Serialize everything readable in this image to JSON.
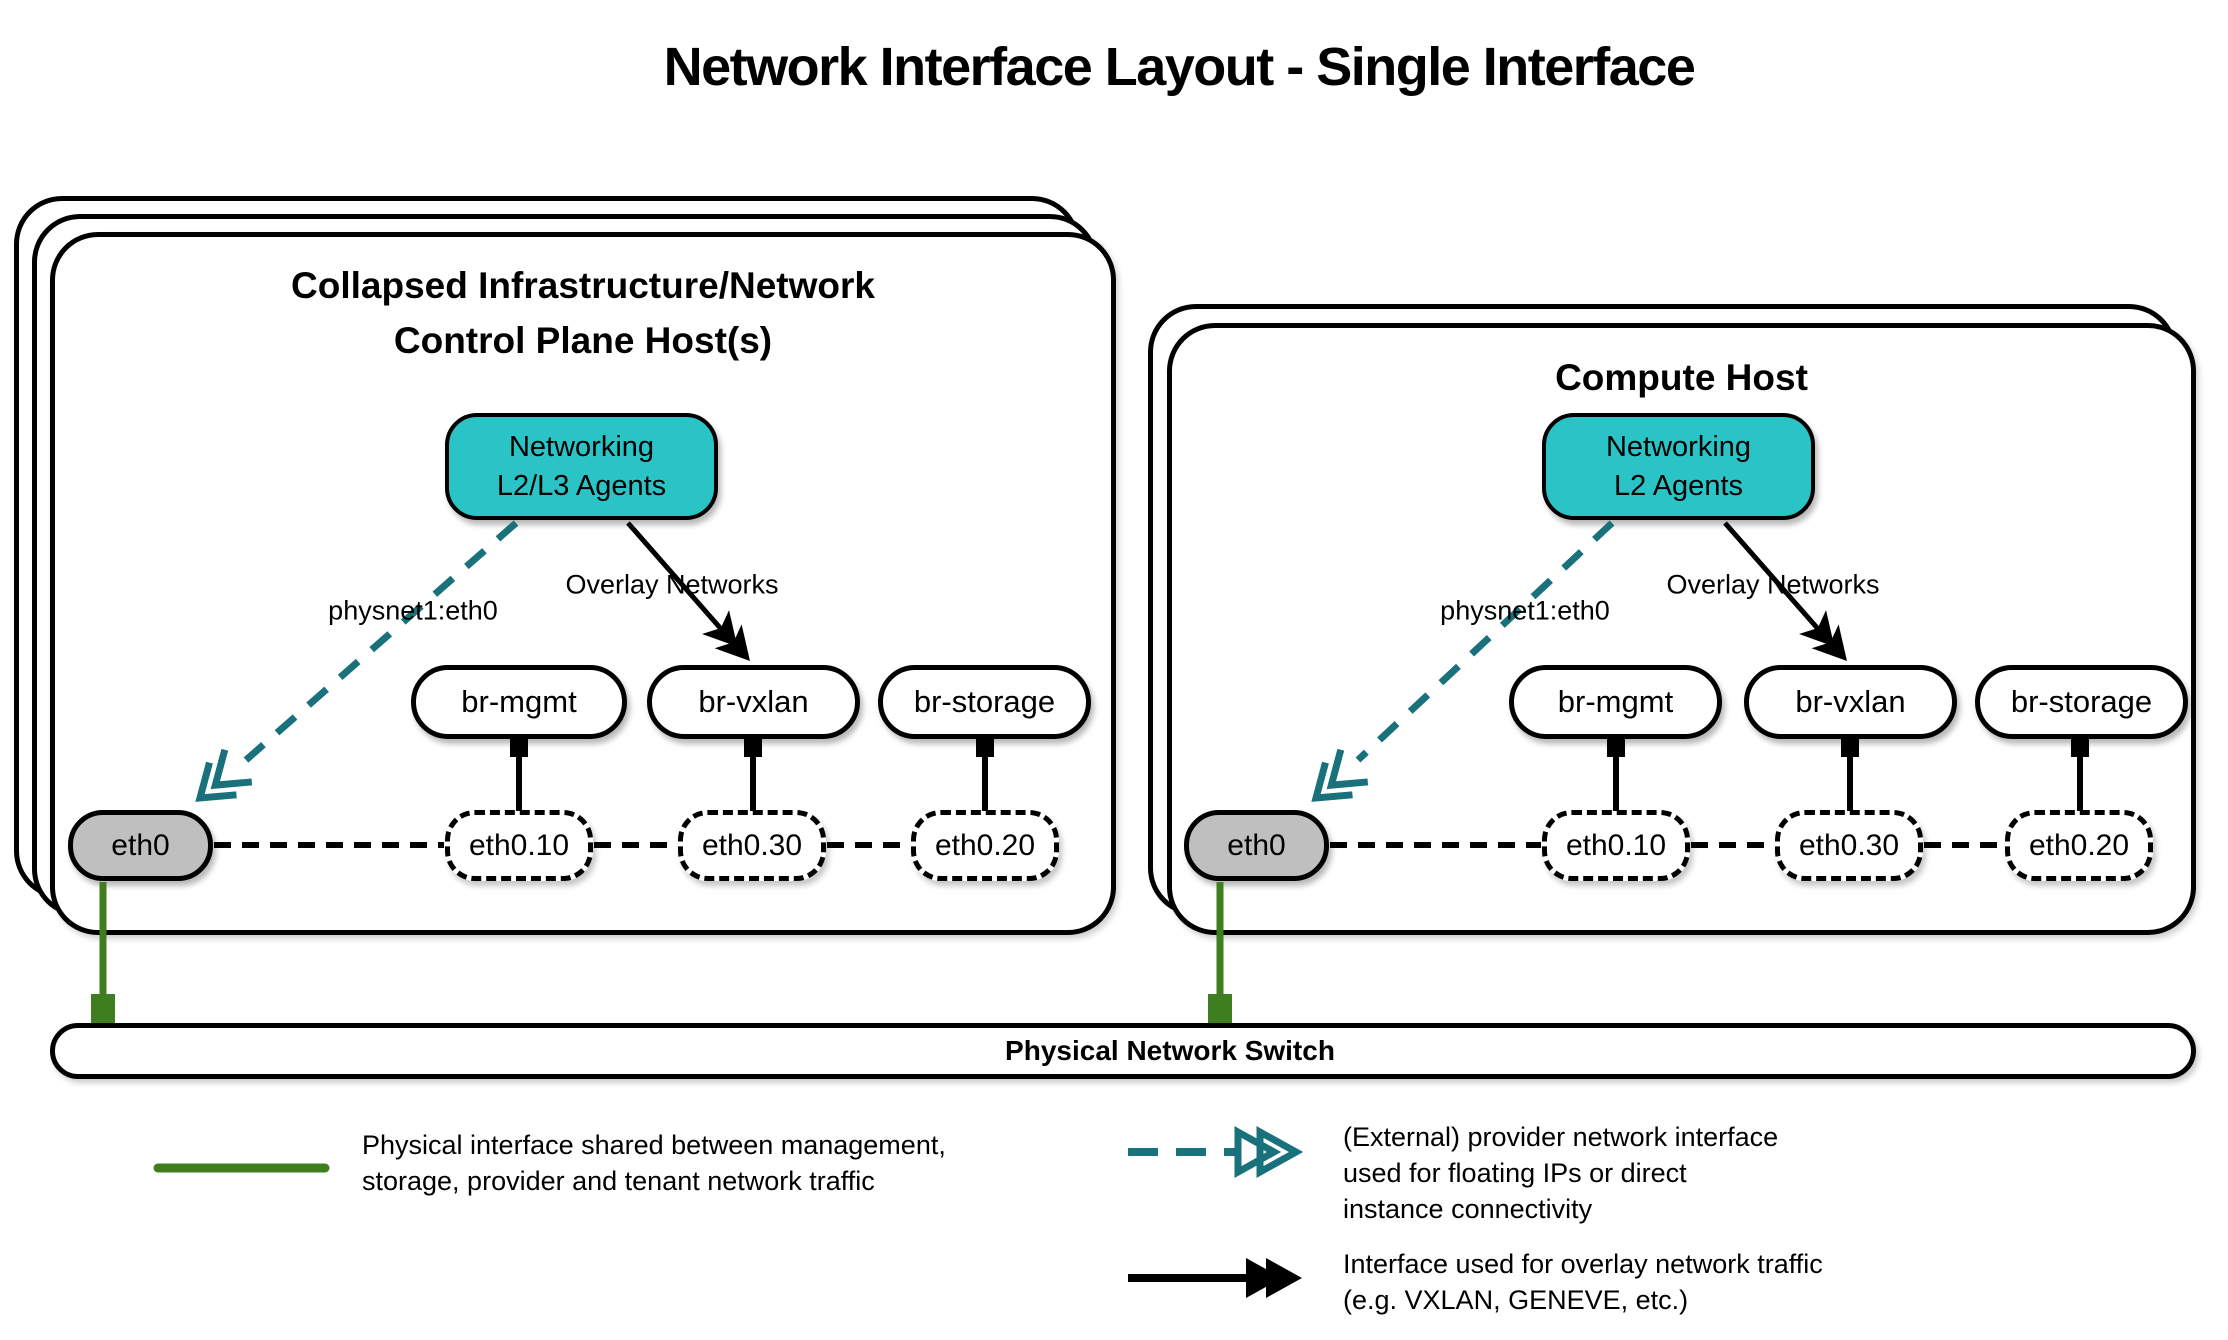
{
  "title": "Network Interface Layout - Single Interface",
  "colors": {
    "teal_fill": "#2bc4c6",
    "teal_arrow": "#18717b",
    "green": "#3f7e1e",
    "gray_fill": "#bfbfbf"
  },
  "hosts": [
    {
      "title_line1": "Collapsed Infrastructure/Network",
      "title_line2": "Control Plane Host(s)",
      "agent_line1": "Networking",
      "agent_line2": "L2/L3 Agents",
      "provider_label": "physnet1:eth0",
      "overlay_label": "Overlay Networks",
      "bridges": [
        "br-mgmt",
        "br-vxlan",
        "br-storage"
      ],
      "phys_if": "eth0",
      "vlans": [
        "eth0.10",
        "eth0.30",
        "eth0.20"
      ]
    },
    {
      "title_line1": "Compute Host",
      "title_line2": "",
      "agent_line1": "Networking",
      "agent_line2": "L2 Agents",
      "provider_label": "physnet1:eth0",
      "overlay_label": "Overlay Networks",
      "bridges": [
        "br-mgmt",
        "br-vxlan",
        "br-storage"
      ],
      "phys_if": "eth0",
      "vlans": [
        "eth0.10",
        "eth0.30",
        "eth0.20"
      ]
    }
  ],
  "switch_label": "Physical Network Switch",
  "legend": [
    {
      "lines": [
        "Physical interface shared between management,",
        "storage, provider and tenant network traffic"
      ]
    },
    {
      "lines": [
        "(External) provider network interface",
        "used for floating IPs or direct",
        "instance connectivity"
      ]
    },
    {
      "lines": [
        "Interface used for overlay network traffic",
        "(e.g. VXLAN, GENEVE, etc.)"
      ]
    }
  ]
}
